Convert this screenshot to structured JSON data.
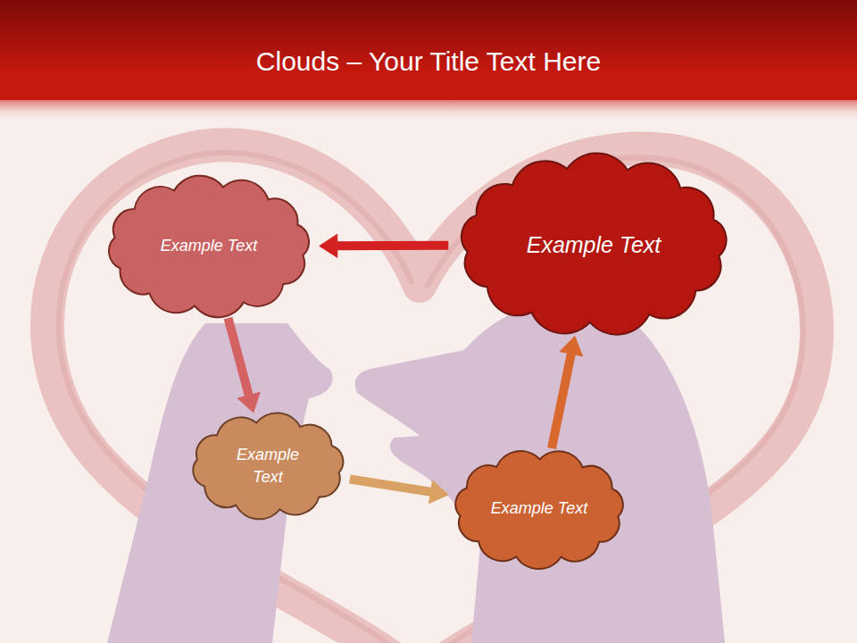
{
  "diagram": {
    "title": "Clouds – Your Title Text Here",
    "nodes": [
      {
        "text": [
          "Example Text"
        ]
      },
      {
        "text": [
          "Example Text"
        ]
      },
      {
        "text": [
          "Example Text"
        ]
      },
      {
        "text": [
          "Example Text"
        ]
      }
    ],
    "edges": [
      {
        "from": 1,
        "to": 0,
        "arrow": "to"
      },
      {
        "from": 0,
        "to": 2,
        "arrow": "to"
      },
      {
        "from": 2,
        "to": 3,
        "arrow": "to"
      },
      {
        "from": 3,
        "to": 1,
        "arrow": "to"
      }
    ]
  }
}
